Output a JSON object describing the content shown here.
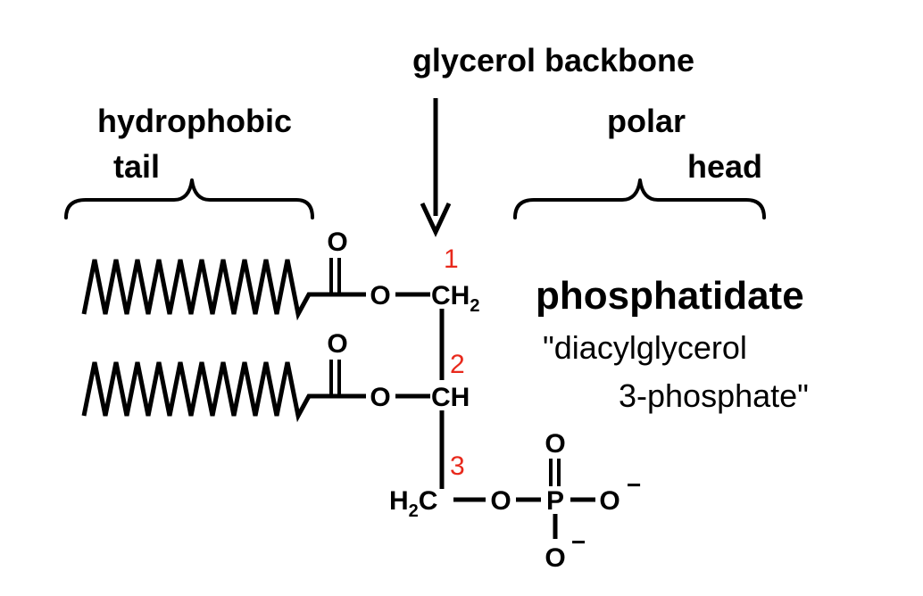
{
  "labels": {
    "backbone": "glycerol backbone",
    "tail_line1": "hydrophobic",
    "tail_line2": "tail",
    "head_line1": "polar",
    "head_line2": "head",
    "name": "phosphatidate",
    "synonym_line1": "\"diacylglycerol",
    "synonym_line2": "3-phosphate\""
  },
  "atoms": {
    "carbonyl_o_1": "O",
    "carbonyl_o_2": "O",
    "ester_o_1": "O",
    "ester_o_2": "O",
    "c1_group": "CH",
    "c1_subscript": "2",
    "c2_group": "CH",
    "c3_group": "H",
    "c3_subscript": "2",
    "c3_carbon": "C",
    "phosphate_ester_o": "O",
    "phosphorus": "P",
    "phosphoryl_o": "O",
    "anion_o_right": "O",
    "anion_o_bottom": "O",
    "minus": "−"
  },
  "numbers": {
    "c1": "1",
    "c2": "2",
    "c3": "3"
  },
  "colors": {
    "text": "#000000",
    "position_numbers": "#e8291c"
  }
}
